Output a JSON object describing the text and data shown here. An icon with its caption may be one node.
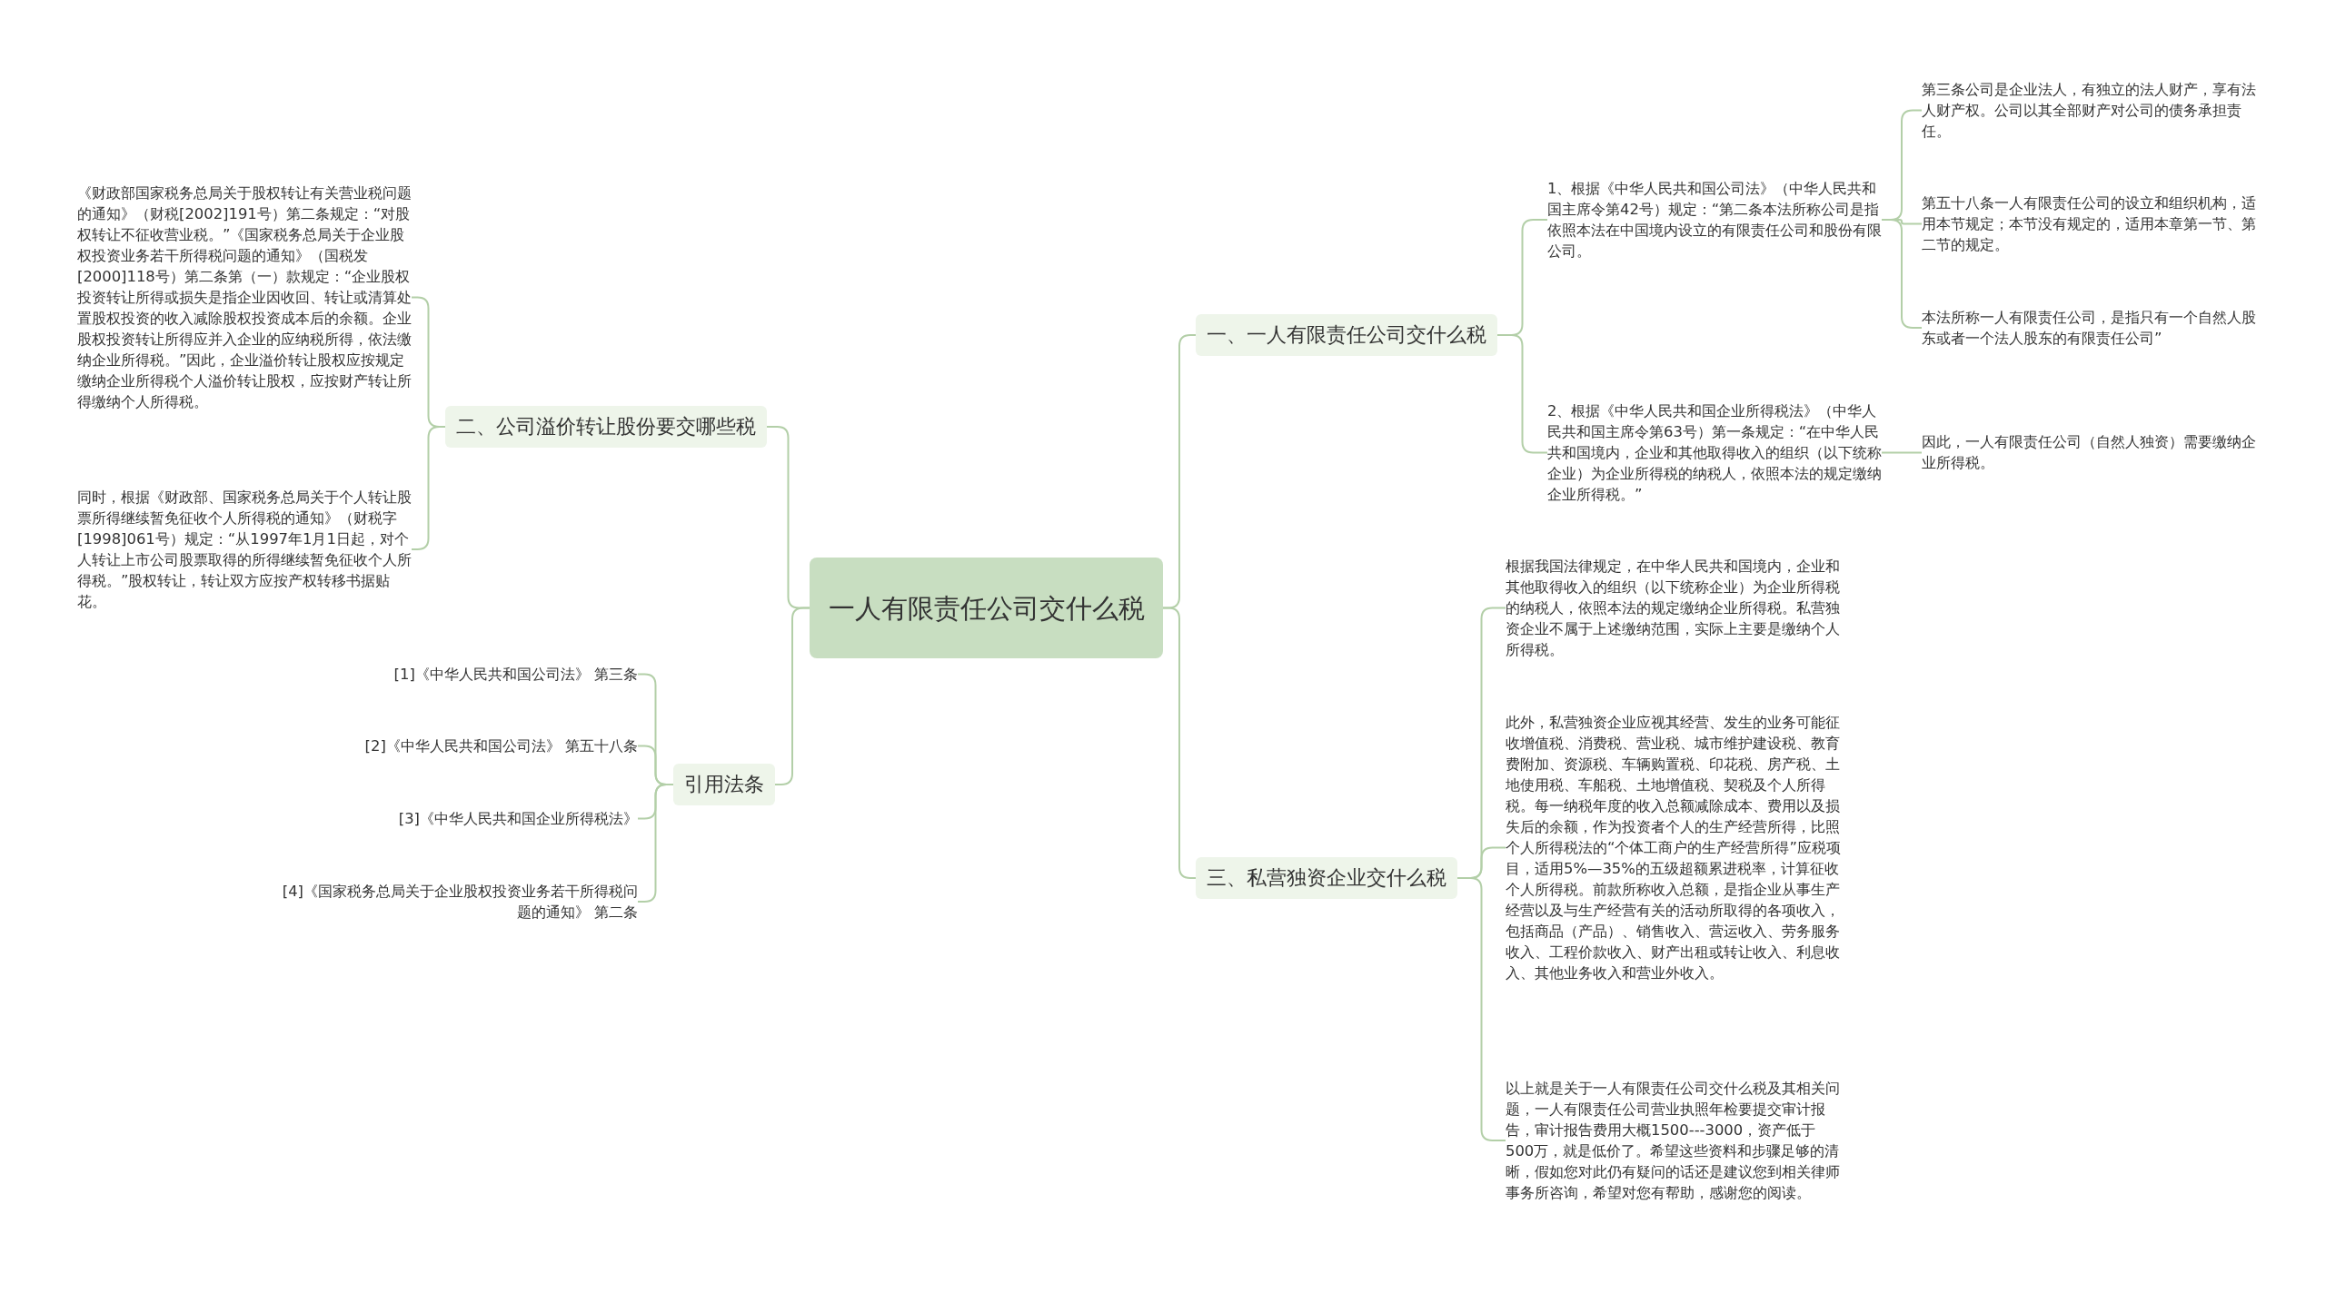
{
  "diagram": {
    "nodes": [
      {
        "text": [
          "一人有限责任公司交什么税"
        ]
      },
      {
        "text": [
          "一、一人有限责任公司交什么税"
        ]
      },
      {
        "text": [
          "1、根据《中华人民共和国公司法》（中华人民共和国主席令第42号）规定：“第二条本法所称公司是指依照本法在中国境内设立的有限责任公司和股份有限公司。"
        ]
      },
      {
        "text": [
          "第三条公司是企业法人，有独立的法人财产，享有法人财产权。公司以其全部财产对公司的债务承担责任。"
        ]
      },
      {
        "text": [
          "第五十八条一人有限责任公司的设立和组织机构，适用本节规定；本节没有规定的，适用本章第一节、第二节的规定。"
        ]
      },
      {
        "text": [
          "本法所称一人有限责任公司，是指只有一个自然人股东或者一个法人股东的有限责任公司”"
        ]
      },
      {
        "text": [
          "2、根据《中华人民共和国企业所得税法》（中华人民共和国主席令第63号）第一条规定：“在中华人民共和国境内，企业和其他取得收入的组织（以下统称企业）为企业所得税的纳税人，依照本法的规定缴纳企业所得税。”"
        ]
      },
      {
        "text": [
          "因此，一人有限责任公司（自然人独资）需要缴纳企业所得税。"
        ]
      },
      {
        "text": [
          "三、私营独资企业交什么税"
        ]
      },
      {
        "text": [
          "根据我国法律规定，在中华人民共和国境内，企业和其他取得收入的组织（以下统称企业）为企业所得税的纳税人，依照本法的规定缴纳企业所得税。私营独资企业不属于上述缴纳范围，实际上主要是缴纳个人所得税。"
        ]
      },
      {
        "text": [
          "此外，私营独资企业应视其经营、发生的业务可能征收增值税、消费税、营业税、城市维护建设税、教育费附加、资源税、车辆购置税、印花税、房产税、土地使用税、车船税、土地增值税、契税及个人所得税。每一纳税年度的收入总额减除成本、费用以及损失后的余额，作为投资者个人的生产经营所得，比照个人所得税法的“个体工商户的生产经营所得”应税项目，适用5%—35%的五级超额累进税率，计算征收个人所得税。前款所称收入总额，是指企业从事生产经营以及与生产经营有关的活动所取得的各项收入，包括商品（产品）、销售收入、营运收入、劳务服务收入、工程价款收入、财产出租或转让收入、利息收入、其他业务收入和营业外收入。"
        ]
      },
      {
        "text": [
          "以上就是关于一人有限责任公司交什么税及其相关问题，一人有限责任公司营业执照年检要提交审计报告，审计报告费用大概1500---3000，资产低于500万，就是低价了。希望这些资料和步骤足够的清晰，假如您对此仍有疑问的话还是建议您到相关律师事务所咨询，希望对您有帮助，感谢您的阅读。"
        ]
      },
      {
        "text": [
          "二、公司溢价转让股份要交哪些税"
        ]
      },
      {
        "text": [
          "《财政部国家税务总局关于股权转让有关营业税问题的通知》（财税[2002]191号）第二条规定：“对股权转让不征收营业税。”《国家税务总局关于企业股权投资业务若干所得税问题的通知》（国税发[2000]118号）第二条第（一）款规定：“企业股权投资转让所得或损失是指企业因收回、转让或清算处置股权投资的收入减除股权投资成本后的余额。企业股权投资转让所得应并入企业的应纳税所得，依法缴纳企业所得税。”因此，企业溢价转让股权应按规定缴纳企业所得税个人溢价转让股权，应按财产转让所得缴纳个人所得税。"
        ]
      },
      {
        "text": [
          "同时，根据《财政部、国家税务总局关于个人转让股票所得继续暂免征收个人所得税的通知》（财税字[1998]061号）规定：“从1997年1月1日起，对个人转让上市公司股票取得的所得继续暂免征收个人所得税。”股权转让，转让双方应按产权转移书据贴花。"
        ]
      },
      {
        "text": [
          "引用法条"
        ]
      },
      {
        "text": [
          "[1]《中华人民共和国公司法》 第三条"
        ]
      },
      {
        "text": [
          "[2]《中华人民共和国公司法》 第五十八条"
        ]
      },
      {
        "text": [
          "[3]《中华人民共和国企业所得税法》"
        ]
      },
      {
        "text": [
          "[4]《国家税务总局关于企业股权投资业务若干所得税问题的通知》 第二条"
        ]
      }
    ],
    "edges": [
      {
        "from": 0,
        "to": 1,
        "arrow": "none"
      },
      {
        "from": 1,
        "to": 2,
        "arrow": "none"
      },
      {
        "from": 2,
        "to": 3,
        "arrow": "none"
      },
      {
        "from": 2,
        "to": 4,
        "arrow": "none"
      },
      {
        "from": 2,
        "to": 5,
        "arrow": "none"
      },
      {
        "from": 1,
        "to": 6,
        "arrow": "none"
      },
      {
        "from": 6,
        "to": 7,
        "arrow": "none"
      },
      {
        "from": 0,
        "to": 8,
        "arrow": "none"
      },
      {
        "from": 8,
        "to": 9,
        "arrow": "none"
      },
      {
        "from": 8,
        "to": 10,
        "arrow": "none"
      },
      {
        "from": 8,
        "to": 11,
        "arrow": "none"
      },
      {
        "from": 0,
        "to": 12,
        "arrow": "none"
      },
      {
        "from": 12,
        "to": 13,
        "arrow": "none"
      },
      {
        "from": 12,
        "to": 14,
        "arrow": "none"
      },
      {
        "from": 0,
        "to": 15,
        "arrow": "none"
      },
      {
        "from": 15,
        "to": 16,
        "arrow": "none"
      },
      {
        "from": 15,
        "to": 17,
        "arrow": "none"
      },
      {
        "from": 15,
        "to": 18,
        "arrow": "none"
      },
      {
        "from": 15,
        "to": 19,
        "arrow": "none"
      }
    ]
  }
}
